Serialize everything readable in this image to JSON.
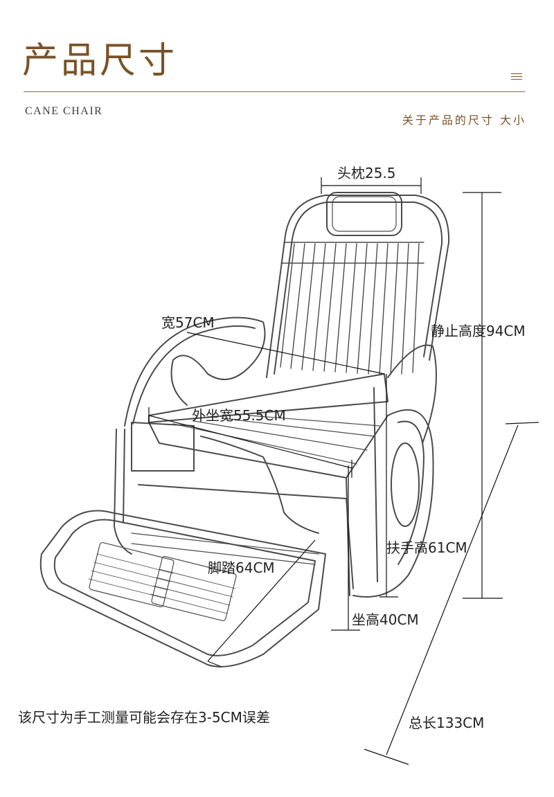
{
  "header": {
    "title": "产品尺寸",
    "subtitle_en": "CANE CHAIR",
    "subtitle_cn": "关于产品的尺寸 大小",
    "menu_icon": "menu-icon"
  },
  "dimensions": {
    "headrest": "头枕25.5",
    "width": "宽57CM",
    "static_height": "静止高度94CM",
    "outer_seat_width": "外坐宽55.5CM",
    "armrest_height": "扶手高61CM",
    "footrest": "脚踏64CM",
    "seat_height": "坐高40CM",
    "total_length": "总长133CM"
  },
  "note": "该尺寸为手工测量可能会存在3-5CM误差",
  "colors": {
    "accent": "#7a5228",
    "rule": "#8c6a42",
    "sketch": "#4a4a4a"
  }
}
